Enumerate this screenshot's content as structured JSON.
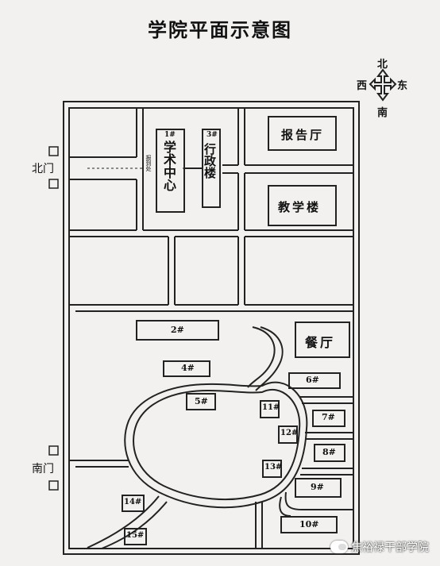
{
  "title": "学院平面示意图",
  "compass": {
    "north": "北",
    "south": "南",
    "east": "东",
    "west": "西"
  },
  "gates": {
    "north": "北门",
    "south": "南门"
  },
  "buildings": {
    "report_hall": "报告厅",
    "teaching": "教学楼",
    "canteen": "餐厅",
    "academic_num": "1#",
    "academic_name": "学术中心",
    "admin_num": "3#",
    "admin_name": "行政楼",
    "registration": "报到处",
    "b2": "2#",
    "b4": "4#",
    "b5": "5#",
    "b6": "6#",
    "b7": "7#",
    "b8": "8#",
    "b9": "9#",
    "b10": "10#",
    "b11": "11#",
    "b12": "12#",
    "b13": "13#",
    "b14": "14#",
    "b15": "15#"
  },
  "watermark": "焦裕禄干部学院"
}
